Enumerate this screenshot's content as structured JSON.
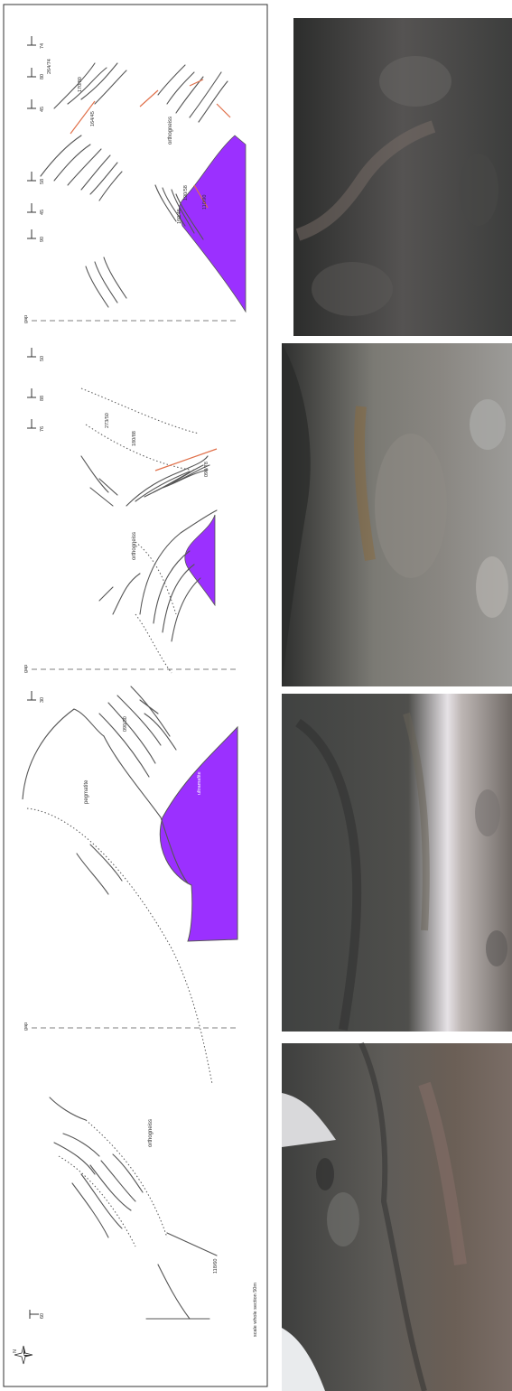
{
  "figure": {
    "scale_note": "scale whole section 50m",
    "colors": {
      "ultramafite": "#9b30ff",
      "structure_lines": "#555555",
      "axial_traces": "#e0704a",
      "frame": "#333333"
    },
    "labels": {
      "orthogneiss": "orthogneiss",
      "pegmatite": "pegmatite",
      "ultramafite": "ultramafite",
      "gap": "gap"
    },
    "measurements": {
      "m_118_60": "118/60",
      "m_090_30": "090/30",
      "m_090_78": "090/78",
      "m_180_88": "180/88",
      "m_273_50": "273/50",
      "m_110_90": "110/90",
      "m_190_58": "190/58",
      "m_160_45": "160/45",
      "m_164_45": "164/45",
      "m_170_80": "170/80",
      "m_264_74": "264/74"
    },
    "dips": {
      "d60": "60",
      "d30": "30",
      "d76": "76",
      "d88": "88",
      "d50": "50",
      "d90": "90",
      "d45a": "45",
      "d58": "58",
      "d45b": "45",
      "d80": "80",
      "d74": "74"
    },
    "north_arrow": "N"
  },
  "photos": [
    {
      "name": "outcrop-photo-1",
      "icon": "rock-outcrop-photo"
    },
    {
      "name": "outcrop-photo-2",
      "icon": "rock-outcrop-photo"
    },
    {
      "name": "outcrop-photo-3",
      "icon": "rock-outcrop-photo"
    },
    {
      "name": "outcrop-photo-4",
      "icon": "rock-outcrop-photo"
    }
  ]
}
